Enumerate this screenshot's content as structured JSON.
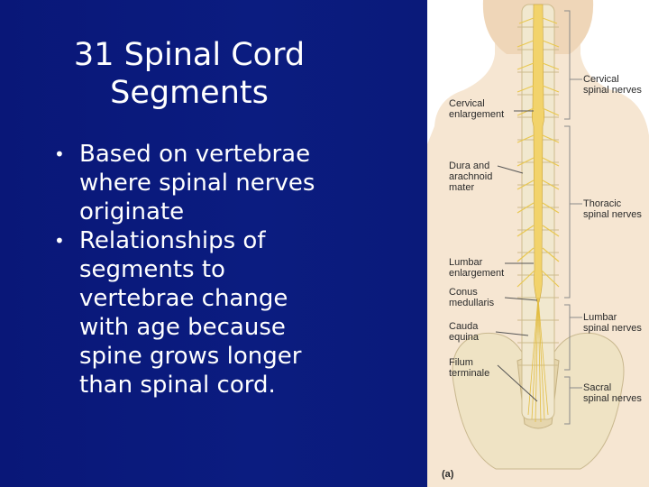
{
  "slide": {
    "title": "31 Spinal Cord\nSegments",
    "bullets": [
      "Based on vertebrae\nwhere spinal nerves\noriginate",
      "Relationships of\nsegments to\nvertebrae change\nwith age because\nspine grows longer\nthan spinal cord."
    ],
    "bullet_glyph": "•"
  },
  "figure": {
    "left_labels": {
      "cervical_enlargement": "Cervical\nenlargement",
      "dura_arachnoid": "Dura and\narachnoid\nmater",
      "lumbar_enlargement": "Lumbar\nenlargement",
      "conus_medullaris": "Conus\nmedullaris",
      "cauda_equina": "Cauda\nequina",
      "filum_terminale": "Filum\nterminale"
    },
    "right_labels": {
      "cervical_nerves": "Cervical\nspinal nerves",
      "thoracic_nerves": "Thoracic\nspinal nerves",
      "lumbar_nerves": "Lumbar\nspinal nerves",
      "sacral_nerves": "Sacral\nspinal nerves"
    },
    "panel_tag": "(a)"
  },
  "colors": {
    "slide_bg": "#0a1a7a",
    "text": "#ffffff",
    "skin": "#f3dfc6",
    "bone": "#efe3c4",
    "cord": "#f2d36b",
    "nerve": "#e9c850"
  }
}
